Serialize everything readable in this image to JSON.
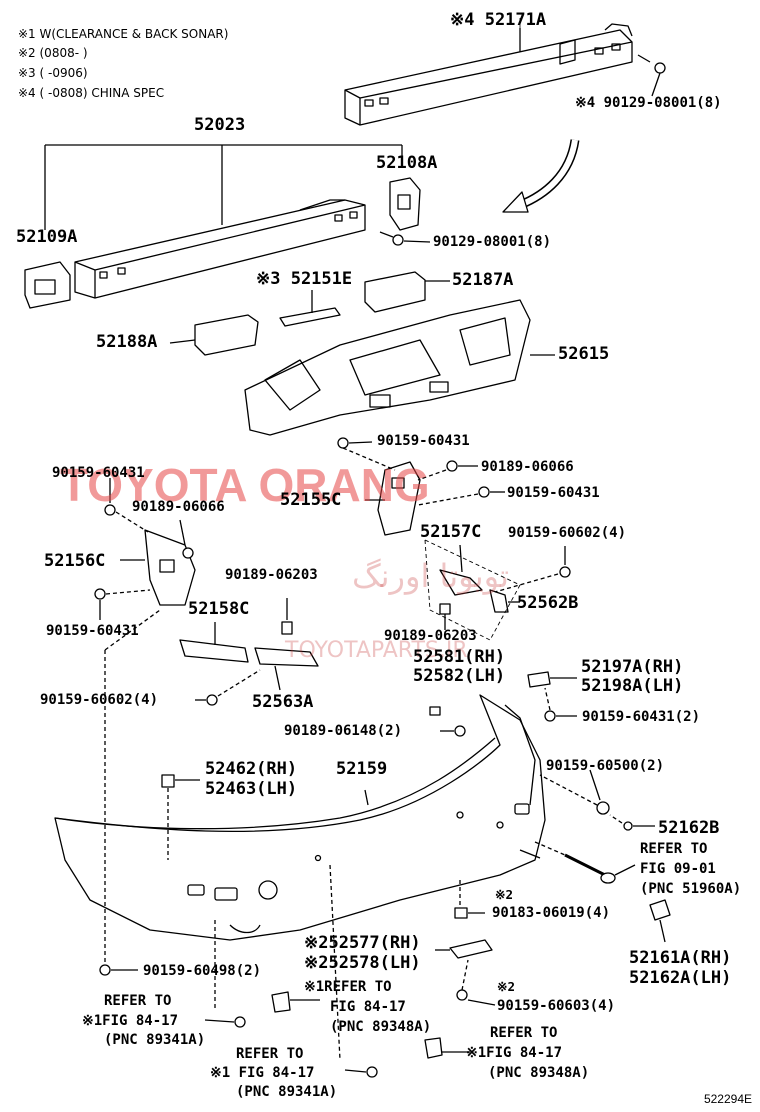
{
  "notes": [
    "※1 W(CLEARANCE & BACK SONAR)",
    "※2 (0808-        )",
    "※3 (        -0906)",
    "※4 (        -0808) CHINA SPEC"
  ],
  "labels": {
    "p52171A": "※4 52171A",
    "p90129_top": "※4 90129-08001(8)",
    "p52023": "52023",
    "p52108A": "52108A",
    "p52109A": "52109A",
    "p90129_mid": "90129-08001(8)",
    "p52151E": "※3 52151E",
    "p52187A": "52187A",
    "p52188A": "52188A",
    "p52615": "52615",
    "p90159_60431_a": "90159-60431",
    "p90189_06066_a": "90189-06066",
    "p52155C": "52155C",
    "p90159_60431_b": "90159-60431",
    "p90159_60431_c": "90159-60431",
    "p90189_06066_b": "90189-06066",
    "p52156C": "52156C",
    "p52157C": "52157C",
    "p90159_60602_4a": "90159-60602(4)",
    "p90189_06203_a": "90189-06203",
    "p52562B": "52562B",
    "p90159_60431_d": "90159-60431",
    "p52158C": "52158C",
    "p90189_06203_b": "90189-06203",
    "p52581": "52581(RH)",
    "p52582": "52582(LH)",
    "p52197A": "52197A(RH)",
    "p52198A": "52198A(LH)",
    "p90159_60602_4b": "90159-60602(4)",
    "p52563A": "52563A",
    "p90159_60431_2": "90159-60431(2)",
    "p90189_06148": "90189-06148(2)",
    "p90159_60500": "90159-60500(2)",
    "p52462": "52462(RH)",
    "p52463": "52463(LH)",
    "p52159": "52159",
    "p52162B": "52162B",
    "refer_0901_a": "REFER TO",
    "refer_0901_b": "FIG 09-01",
    "refer_0901_c": "(PNC 51960A)",
    "p90183_mark": "※2",
    "p90183": "90183-06019(4)",
    "p52161A": "52161A(RH)",
    "p52162A": "52162A(LH)",
    "p52577": "※252577(RH)",
    "p52578": "※252578(LH)",
    "p90159_60498": "90159-60498(2)",
    "p90159_60603_mark": "※2",
    "p90159_60603": "90159-60603(4)",
    "refer_a1": "REFER TO",
    "refer_a2": "※1FIG 84-17",
    "refer_a3": "(PNC 89341A)",
    "refer_b1": "※1REFER TO",
    "refer_b2": "FIG 84-17",
    "refer_b3": "(PNC 89348A)",
    "refer_c1": "REFER TO",
    "refer_c2": "※1FIG 84-17",
    "refer_c3": "(PNC 89348A)",
    "refer_d1": "REFER TO",
    "refer_d2": "※1 FIG 84-17",
    "refer_d3": "(PNC 89341A)",
    "diagram_code": "522294E"
  },
  "watermark": {
    "main": "TOYOTA ORANG",
    "arabic": "تويوتا اورنگ",
    "site": "TOYOTAPARTS.IR"
  },
  "colors": {
    "watermark_red": "#e64646",
    "line": "#000000"
  }
}
